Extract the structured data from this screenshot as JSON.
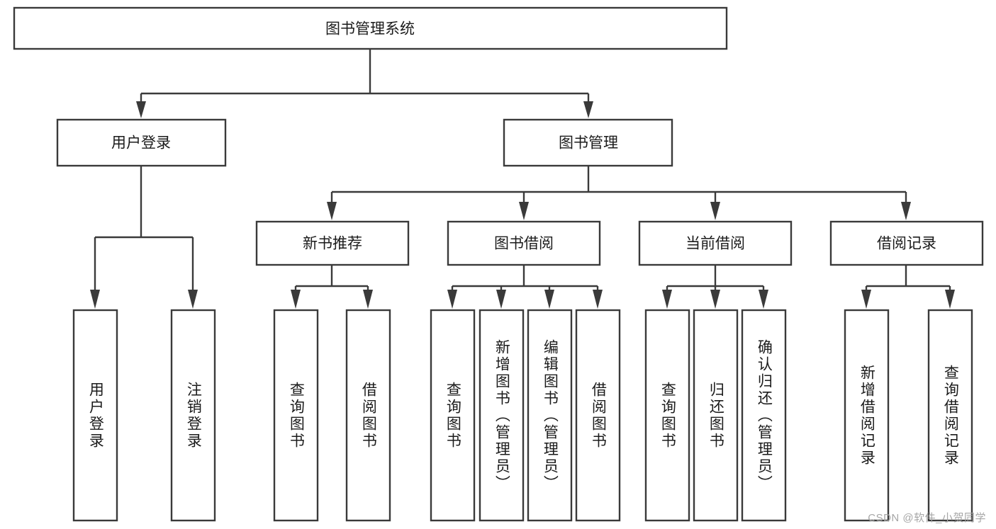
{
  "diagram": {
    "type": "hierarchy-tree",
    "title": "图书管理系统",
    "root": {
      "label": "图书管理系统"
    },
    "level2": [
      {
        "id": "user-login",
        "label": "用户登录"
      },
      {
        "id": "book-management",
        "label": "图书管理"
      }
    ],
    "level3": [
      {
        "id": "new-book-recommend",
        "label": "新书推荐",
        "parent": "book-management"
      },
      {
        "id": "book-borrow",
        "label": "图书借阅",
        "parent": "book-management"
      },
      {
        "id": "current-borrow",
        "label": "当前借阅",
        "parent": "book-management"
      },
      {
        "id": "borrow-record",
        "label": "借阅记录",
        "parent": "book-management"
      }
    ],
    "leaves": [
      {
        "id": "leaf-user-login",
        "label": "用户登录",
        "parent": "user-login"
      },
      {
        "id": "leaf-user-logout",
        "label": "注销登录",
        "parent": "user-login"
      },
      {
        "id": "leaf-query-book-1",
        "label": "查询图书",
        "parent": "new-book-recommend"
      },
      {
        "id": "leaf-borrow-book-1",
        "label": "借阅图书",
        "parent": "new-book-recommend"
      },
      {
        "id": "leaf-query-book-2",
        "label": "查询图书",
        "parent": "book-borrow"
      },
      {
        "id": "leaf-add-book",
        "label": "新增图书（管理员）",
        "parent": "book-borrow"
      },
      {
        "id": "leaf-edit-book",
        "label": "编辑图书（管理员）",
        "parent": "book-borrow"
      },
      {
        "id": "leaf-borrow-book-2",
        "label": "借阅图书",
        "parent": "book-borrow"
      },
      {
        "id": "leaf-query-book-3",
        "label": "查询图书",
        "parent": "current-borrow"
      },
      {
        "id": "leaf-return-book",
        "label": "归还图书",
        "parent": "current-borrow"
      },
      {
        "id": "leaf-confirm-return",
        "label": "确认归还（管理员）",
        "parent": "current-borrow"
      },
      {
        "id": "leaf-add-record",
        "label": "新增借阅记录",
        "parent": "borrow-record"
      },
      {
        "id": "leaf-query-record",
        "label": "查询借阅记录",
        "parent": "borrow-record"
      }
    ],
    "colors": {
      "stroke": "#3a3a3a",
      "fill": "#ffffff",
      "text": "#1b1b1b",
      "watermark": "#a6a6a6"
    }
  },
  "watermark": {
    "text": "CSDN @软件_小贺同学"
  }
}
